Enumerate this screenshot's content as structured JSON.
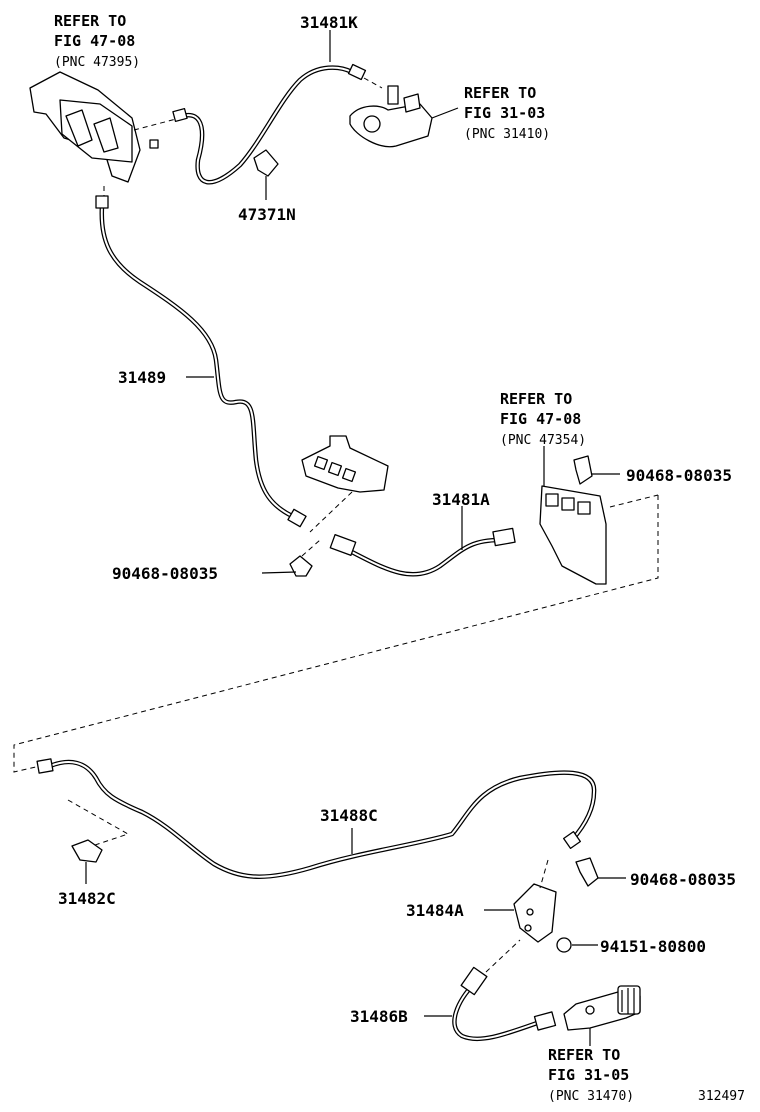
{
  "refs": {
    "ref_47395": {
      "l1": "REFER TO",
      "l2": "FIG 47-08",
      "l3": "(PNC 47395)"
    },
    "ref_31410": {
      "l1": "REFER TO",
      "l2": "FIG 31-03",
      "l3": "(PNC 31410)"
    },
    "ref_47354": {
      "l1": "REFER TO",
      "l2": "FIG 47-08",
      "l3": "(PNC 47354)"
    },
    "ref_31470": {
      "l1": "REFER TO",
      "l2": "FIG 31-05",
      "l3": "(PNC 31470)"
    }
  },
  "parts": {
    "p31481K": "31481K",
    "p47371N": "47371N",
    "p31489": "31489",
    "p31481A": "31481A",
    "p90468_upper_right": "90468-08035",
    "p90468_left": "90468-08035",
    "p31488C": "31488C",
    "p31482C": "31482C",
    "p90468_lower_right": "90468-08035",
    "p31484A": "31484A",
    "p94151": "94151-80800",
    "p31486B": "31486B"
  },
  "figure_id": "312497"
}
